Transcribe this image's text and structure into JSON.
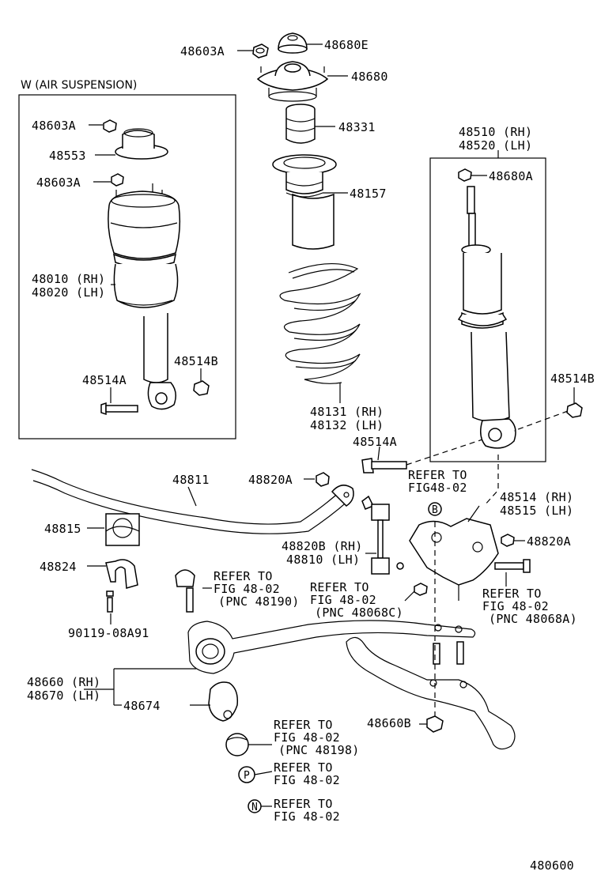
{
  "diagram": {
    "inset_title": "W (AIR SUSPENSION)",
    "figure_number": "480600",
    "labels": {
      "p48603A_top": "48603A",
      "p48680E": "48680E",
      "p48680": "48680",
      "p48331": "48331",
      "p48157": "48157",
      "p48510": "48510 (RH)",
      "p48520": "48520 (LH)",
      "p48680A": "48680A",
      "p48603A_a": "48603A",
      "p48553": "48553",
      "p48603A_b": "48603A",
      "p48010": "48010 (RH)",
      "p48020": "48020 (LH)",
      "p48514B_a": "48514B",
      "p48514A_a": "48514A",
      "p48514B_b": "48514B",
      "p48131": "48131 (RH)",
      "p48132": "48132 (LH)",
      "p48514A_b": "48514A",
      "p48811": "48811",
      "p48820A_a": "48820A",
      "p48514": "48514 (RH)",
      "p48515": "48515 (LH)",
      "p48815": "48815",
      "p48820B": "48820B (RH)",
      "p48810": "48810 (LH)",
      "p48820A_b": "48820A",
      "p48824": "48824",
      "p90119": "90119-08A91",
      "p48660": "48660 (RH)",
      "p48670": "48670 (LH)",
      "p48674": "48674",
      "p48660B": "48660B"
    },
    "refers": {
      "r1_a": "REFER TO",
      "r1_b": "FIG48-02",
      "r2_a": "REFER TO",
      "r2_b": "FIG 48-02",
      "r2_c": "(PNC 48190)",
      "r3_a": "REFER TO",
      "r3_b": "FIG 48-02",
      "r3_c": "(PNC 48068C)",
      "r4_a": "REFER TO",
      "r4_b": "FIG 48-02",
      "r4_c": "(PNC 48068A)",
      "r5_a": "REFER TO",
      "r5_b": "FIG 48-02",
      "r5_c": "(PNC 48198)",
      "r6_a": "REFER TO",
      "r6_b": "FIG 48-02",
      "r7_a": "REFER TO",
      "r7_b": "FIG 48-02"
    },
    "markers": {
      "m_b": "B",
      "m_p": "P",
      "m_n": "N"
    }
  }
}
